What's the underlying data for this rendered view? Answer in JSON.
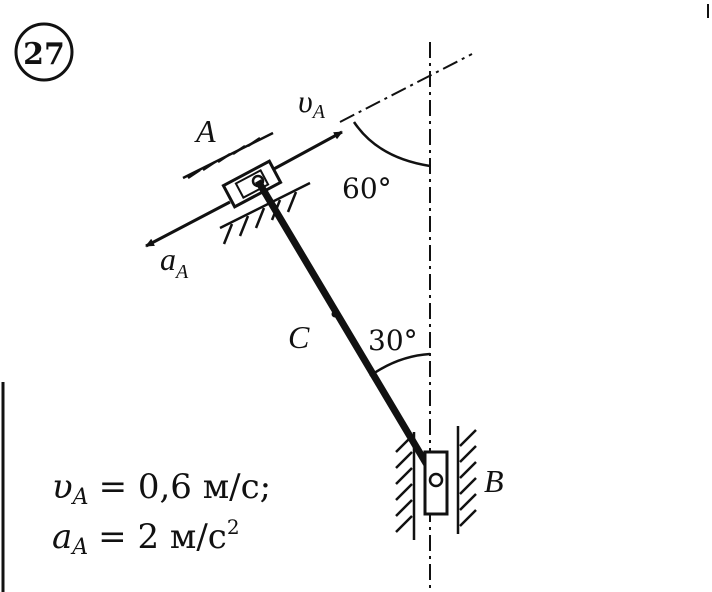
{
  "problem": {
    "number": "27"
  },
  "points": {
    "A": "A",
    "B": "B",
    "C": "C"
  },
  "vectors": {
    "vA_sym": "υ",
    "vA_sub": "A",
    "aA_sym": "a",
    "aA_sub": "A"
  },
  "angles": {
    "upper": "60°",
    "lower": "30°"
  },
  "given": {
    "v_sym": "υ",
    "v_sub": "A",
    "v_value": "= 0,6 м/с;",
    "a_sym": "a",
    "a_sub": "A",
    "a_value": "= 2 м/с",
    "a_exp": "2"
  },
  "colors": {
    "ink": "#111111",
    "background": "#ffffff"
  }
}
